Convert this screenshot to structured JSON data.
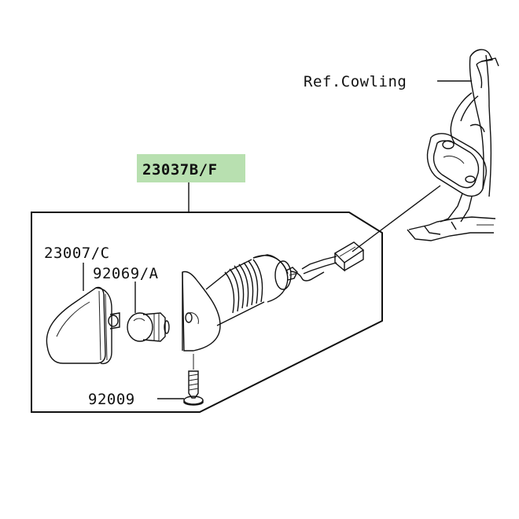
{
  "labels": {
    "ref_cowling": "Ref.Cowling",
    "assembly": "23037B/F",
    "lens": "23007/C",
    "bulb": "92069/A",
    "screw": "92009"
  },
  "colors": {
    "assembly_highlight": "#b8e0b0",
    "line": "#111111"
  }
}
